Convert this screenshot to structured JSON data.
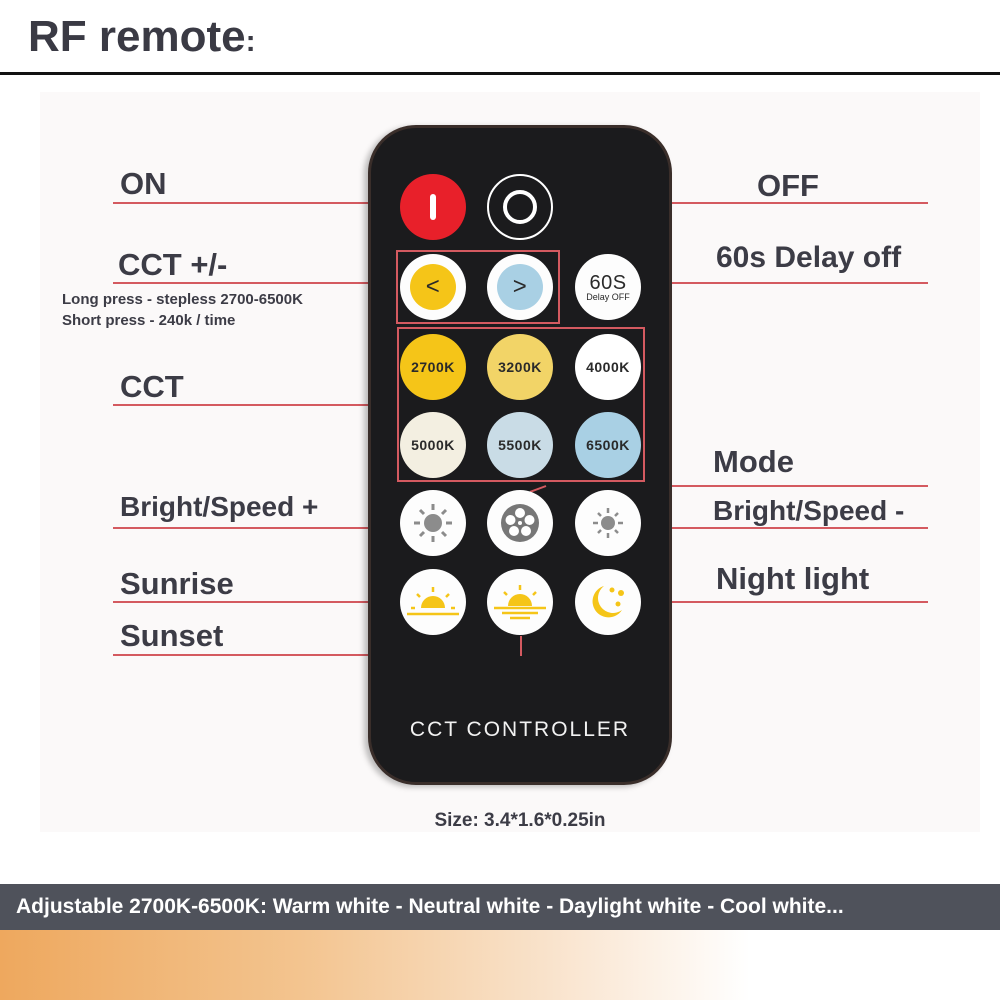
{
  "title": "RF remote",
  "title_colon": ":",
  "labels": {
    "on": "ON",
    "off": "OFF",
    "cct_pm": "CCT +/-",
    "cct_long": "Long press - stepless 2700-6500K",
    "cct_short": "Short press - 240k / time",
    "delay": "60s Delay off",
    "cct": "CCT",
    "mode": "Mode",
    "bright_plus": "Bright/Speed +",
    "bright_minus": "Bright/Speed -",
    "sunrise": "Sunrise",
    "sunset": "Sunset",
    "night": "Night light"
  },
  "remote": {
    "brand": "CCT CONTROLLER",
    "delay_main": "60S",
    "delay_sub": "Delay OFF",
    "cct_buttons": [
      {
        "label": "2700K",
        "color": "#f5c518"
      },
      {
        "label": "3200K",
        "color": "#f2d467"
      },
      {
        "label": "4000K",
        "color": "#ffffff"
      },
      {
        "label": "5000K",
        "color": "#f3efe1"
      },
      {
        "label": "5500K",
        "color": "#c9dce6"
      },
      {
        "label": "6500K",
        "color": "#a9d0e4"
      }
    ],
    "on_color": "#e8202a",
    "dec_color": "#f5c518",
    "inc_color": "#a9d0e4",
    "icon_gray": "#8c8c8c",
    "icon_yellow": "#f5c518"
  },
  "size": "Size: 3.4*1.6*0.25in",
  "footer": "Adjustable 2700K-6500K:  Warm white - Neutral white - Daylight  white - Cool white..."
}
